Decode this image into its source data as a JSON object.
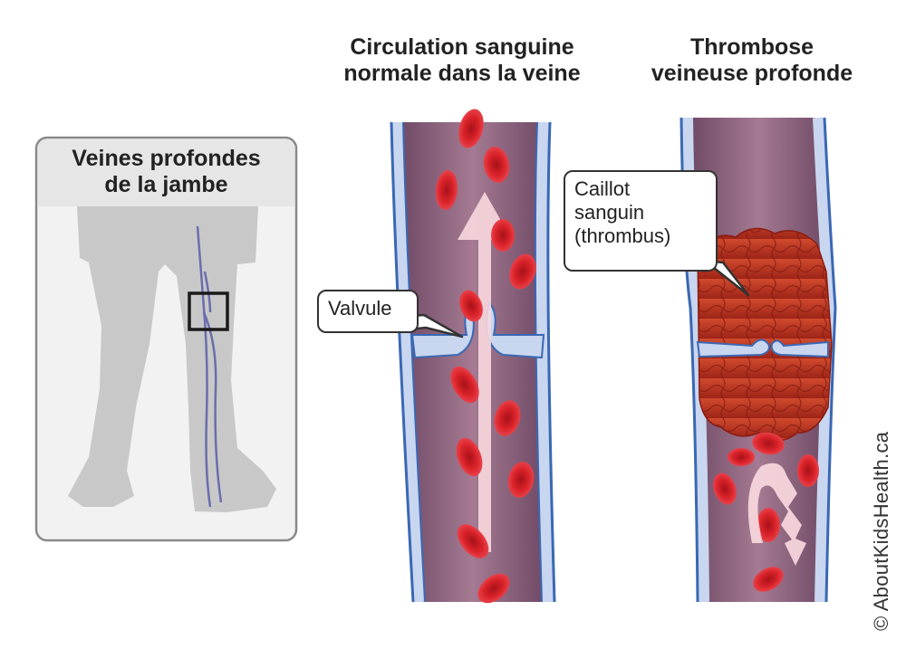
{
  "headings": {
    "normal_line1": "Circulation sanguine",
    "normal_line2": "normale dans la veine",
    "dvt_line1": "Thrombose",
    "dvt_line2": "veineuse profonde"
  },
  "leg_panel": {
    "title_line1": "Veines profondes",
    "title_line2": "de la jambe"
  },
  "labels": {
    "valve": "Valvule",
    "clot_line1": "Caillot",
    "clot_line2": "sanguin",
    "clot_line3": "(thrombus)"
  },
  "credit": "© AboutKidsHealth.ca",
  "colors": {
    "vein_wall": "#3a68b4",
    "vein_wall_light": "#c9d6ef",
    "vein_lumen": "#8a5a78",
    "blood_cell": "#d81f26",
    "clot": "#c0341f",
    "leg_silhouette": "#c8c8c8",
    "panel_header": "#e6e6e6",
    "flow_arrow": "#f8d8de"
  }
}
